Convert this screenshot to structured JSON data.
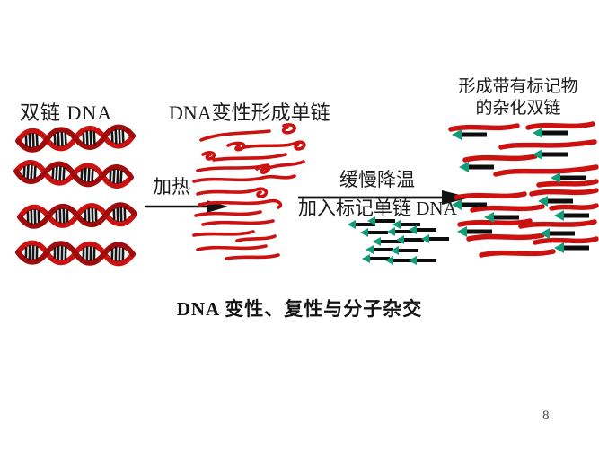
{
  "slide": {
    "page_number": "8",
    "caption": "DNA 变性、复性与分子杂交",
    "background_color": "#ffffff",
    "accent_colors": {
      "dna_red": "#cc1111",
      "dna_dark_red": "#8d0d0d",
      "rung_dark": "#151515",
      "probe_black": "#0d0d0d",
      "label_marker_green": "#0f9d7a",
      "text": "#1a1a1a"
    }
  },
  "stages": [
    {
      "id": "double-stranded-dna",
      "label": "双链 DNA",
      "graphic": "four-red-double-helices"
    },
    {
      "id": "denatured-single-strands",
      "label": "DNA变性形成单链",
      "graphic": "red-wavy-single-strands"
    },
    {
      "id": "labeled-hybrid-duplex",
      "label_line1": "形成带有标记物",
      "label_line2": "的杂化双链",
      "graphic": "red-strands-with-black-probes-and-green-markers"
    }
  ],
  "arrows": [
    {
      "id": "heat-arrow",
      "line1": "加热",
      "line2": ""
    },
    {
      "id": "cool-and-add-probe-arrow",
      "line1": "缓慢降温",
      "line2": "加入标记单链 DNA"
    }
  ],
  "probe_cluster": {
    "id": "labeled-single-strand-probes",
    "description": "黑色短棒加绿色箭头标记的单链探针",
    "count": 12
  },
  "chart_data": {
    "type": "diagram",
    "title": "DNA 变性、复性与分子杂交",
    "nodes": [
      {
        "name": "双链 DNA",
        "count": 4
      },
      {
        "name": "DNA变性形成单链",
        "count": 13
      },
      {
        "name": "形成带有标记物的杂化双链",
        "count": 14
      }
    ],
    "edges": [
      {
        "from": "双链 DNA",
        "to": "DNA变性形成单链",
        "label": "加热"
      },
      {
        "from": "DNA变性形成单链",
        "to": "形成带有标记物的杂化双链",
        "label": "缓慢降温 / 加入标记单链 DNA"
      }
    ]
  }
}
